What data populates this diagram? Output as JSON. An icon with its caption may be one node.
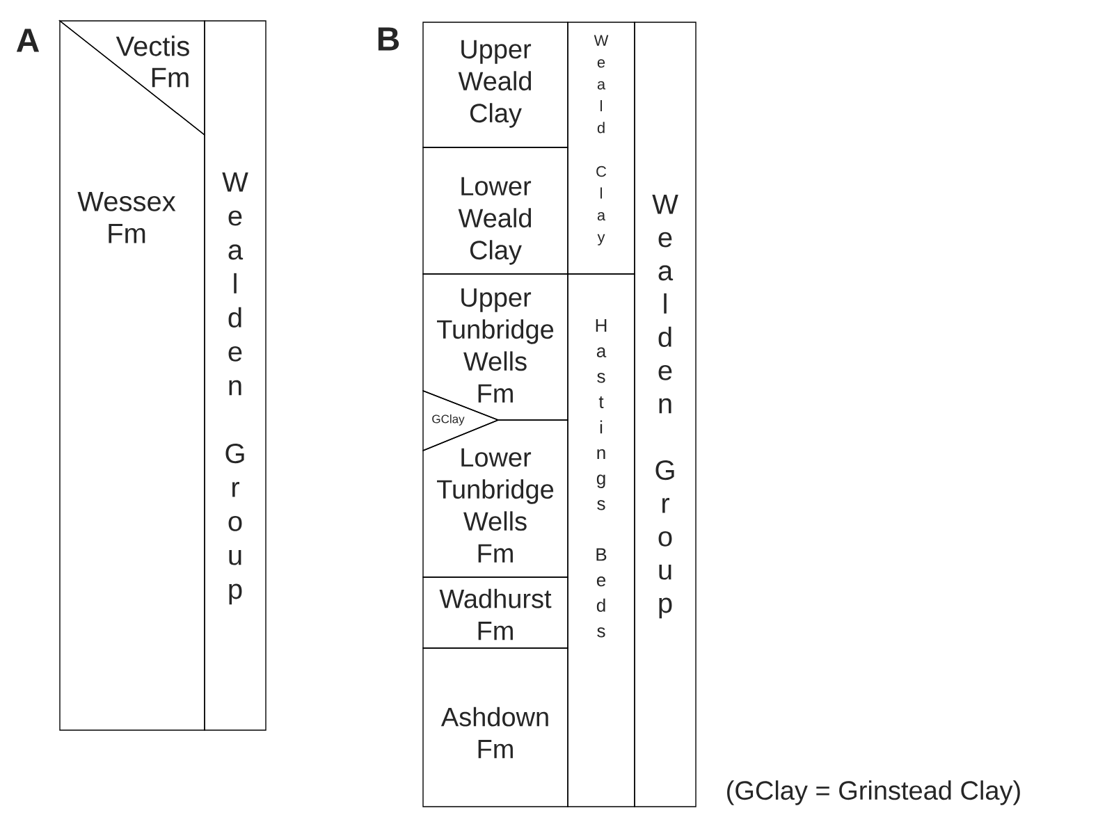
{
  "diagram": {
    "nodes": [
      {
        "text": [
          "Vectis Fm"
        ]
      },
      {
        "text": [
          "Wessex Fm"
        ]
      },
      {
        "text": [
          "Wealden Group"
        ]
      },
      {
        "text": [
          "Upper Weald Clay"
        ]
      },
      {
        "text": [
          "Lower Weald Clay"
        ]
      },
      {
        "text": [
          "Upper Tunbridge Wells Fm"
        ]
      },
      {
        "text": [
          "GClay"
        ]
      },
      {
        "text": [
          "Lower Tunbridge Wells Fm"
        ]
      },
      {
        "text": [
          "Wadhurst Fm"
        ]
      },
      {
        "text": [
          "Ashdown Fm"
        ]
      },
      {
        "text": [
          "Weald Clay"
        ]
      },
      {
        "text": [
          "Hastings Beds"
        ]
      },
      {
        "text": [
          "Wealden Group"
        ]
      }
    ],
    "labels": [
      "A",
      "B",
      "(GClay = Grinstead Clay)"
    ]
  }
}
